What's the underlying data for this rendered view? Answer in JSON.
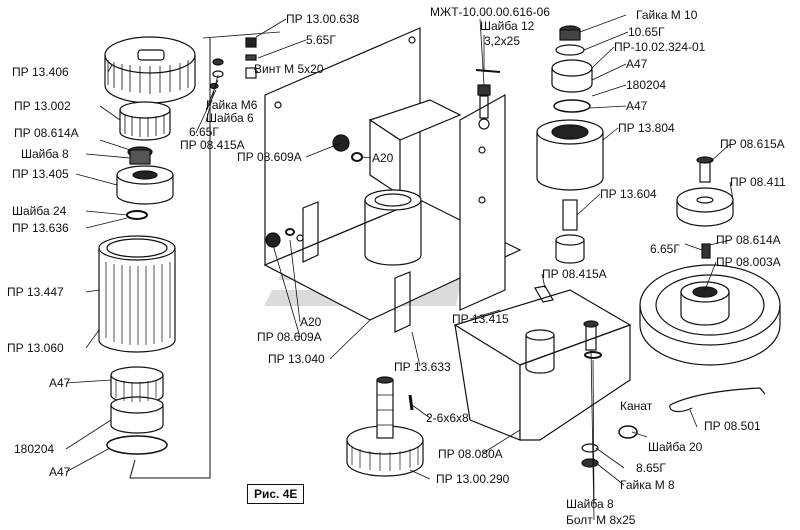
{
  "figure_caption": "Рис. 4Е",
  "labels": {
    "pr_13_00_638": "ПР 13.00.638",
    "g_5_65": "5.65Г",
    "vint_m5x20": "Винт М 5х20",
    "pr_13_406": "ПР 13.406",
    "gaika_m6": "Гайка М6",
    "shaiba_6": "Шайба 6",
    "pr_13_002": "ПР 13.002",
    "g_6_65_left": "6.65Г",
    "pr_08_614a_left": "ПР 08.614А",
    "pr_08_415a_left": "ПР 08.415А",
    "shaiba_8_left": "Шайба 8",
    "pr_13_405": "ПР 13.405",
    "shaiba_24": "Шайба 24",
    "pr_13_636": "ПР 13.636",
    "pr_13_447": "ПР 13.447",
    "pr_13_060": "ПР 13.060",
    "a47_left_mid": "А47",
    "b180204_left": "180204",
    "a47_left_bottom": "А47",
    "pr_08_609a_top": "ПР 08.609А",
    "a20_top": "А20",
    "mzht": "МЖТ-10.00.00.616-06",
    "shaiba_12": "Шайба 12",
    "size_3_2x25": "3,2х25",
    "gaika_m10": "Гайка М 10",
    "g_10_65": "10.65Г",
    "pr_10_02_324": "ПР-10.02.324-01",
    "a47_right_top": "А47",
    "b180204_right": "180204",
    "a47_right_2": "А47",
    "pr_13_804": "ПР 13.804",
    "pr_08_615a": "ПР 08.615А",
    "pr_08_411": "ПР 08.411",
    "pr_13_604": "ПР 13.604",
    "g_6_65_right": "6.65Г",
    "pr_08_614a_right": "ПР 08.614А",
    "pr_08_003a": "ПР 08.003А",
    "pr_08_415a_mid": "ПР 08.415А",
    "pr_13_415": "ПР 13.415",
    "a20_bottom": "А20",
    "pr_08_609a_bottom": "ПР 08.609А",
    "pr_13_040": "ПР 13.040",
    "pr_13_633": "ПР 13.633",
    "size_2_6x6x8": "2-6х6х8",
    "pr_08_080a": "ПР 08.080А",
    "pr_13_00_290": "ПР 13.00.290",
    "kanat": "Канат",
    "pr_08_501": "ПР 08.501",
    "shaiba_20": "Шайба 20",
    "g_8_65": "8.65Г",
    "gaika_m8": "Гайка М 8",
    "shaiba_8_bottom": "Шайба 8",
    "bolt_m8x25": "Болт М 8х25"
  }
}
